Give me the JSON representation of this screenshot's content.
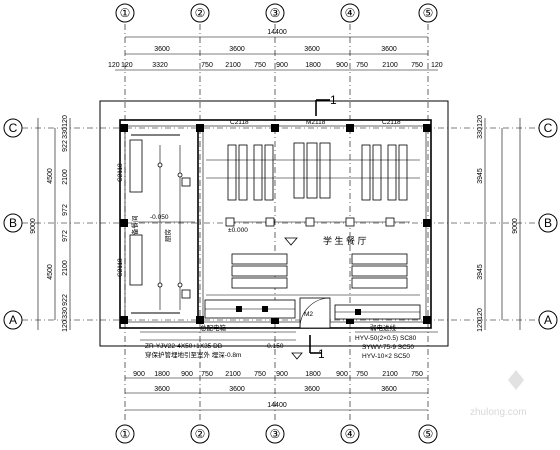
{
  "axes": {
    "columns": [
      "①",
      "②",
      "③",
      "④",
      "⑤"
    ],
    "rows": [
      "C",
      "B",
      "A"
    ]
  },
  "dimensions": {
    "top_overall": "14400",
    "top_bays": [
      "3600",
      "3600",
      "3600",
      "3600"
    ],
    "top_detail": [
      "120",
      "120",
      "3320",
      "750",
      "2100",
      "750",
      "900",
      "1800",
      "900",
      "750",
      "2100",
      "750",
      "120"
    ],
    "bottom_overall": "14400",
    "bottom_bays": [
      "3600",
      "3600",
      "3600",
      "3600"
    ],
    "bottom_detail": [
      "900",
      "1800",
      "900",
      "750",
      "2100",
      "750",
      "900",
      "1800",
      "900",
      "750",
      "2100",
      "750"
    ],
    "left_outer": "9000",
    "left_bays": [
      "4500",
      "4500"
    ],
    "left_detail": [
      "120",
      "330",
      "922",
      "2100",
      "972",
      "972",
      "2100",
      "922",
      "330",
      "120"
    ],
    "right_outer": "9000",
    "right_bays": [
      "3945",
      "3945"
    ],
    "right_detail": [
      "120",
      "330",
      "120",
      "120"
    ]
  },
  "windows": {
    "top": [
      "C2118",
      "M2118",
      "C2118"
    ],
    "left": [
      "C2118",
      "C2118"
    ]
  },
  "rooms": {
    "dining": "学 生 餐 厅",
    "kitchen": "厨房",
    "kitchen_side": "备餐间"
  },
  "annotations": {
    "section_mark": "1",
    "section_mark_bottom": "1",
    "elev_kitchen": "-0.050",
    "elev_hall": "±0.000",
    "elev_bottom": "-0.150",
    "door_label": "M2",
    "cable_title": "总配电箱",
    "cable1": "ZR-YJV22-4X50+1X35 DB",
    "cable2": "穿保护管埋地引至室外 埋深-0.8m",
    "cable_right1": "HYV-50(2×0.5) SC80",
    "cable_right2": "SYWV-75-9 SC50",
    "cable_right3": "HYV-10×2 SC50",
    "cable_right_title": "弱电进线"
  },
  "watermark": "zhulong.com"
}
